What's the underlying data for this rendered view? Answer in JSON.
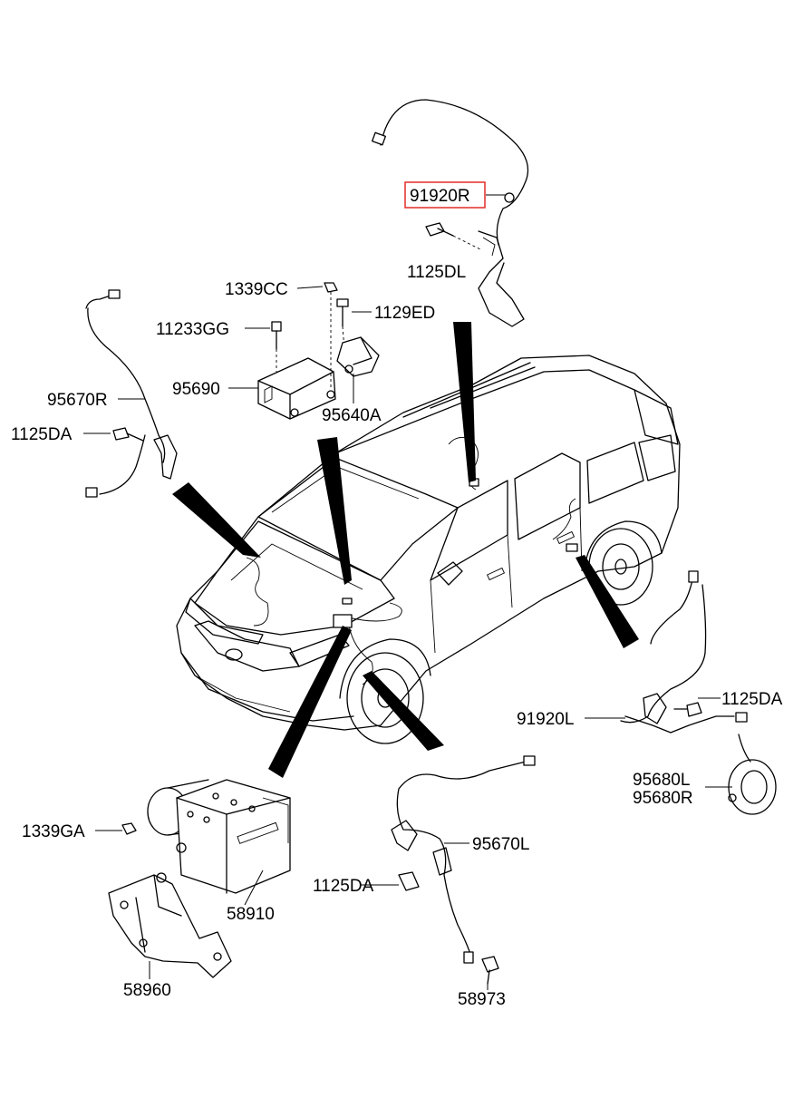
{
  "labels": {
    "p91920R": "91920R",
    "p1125DL": "1125DL",
    "p1339CC": "1339CC",
    "p1129ED": "1129ED",
    "p11233GG": "11233GG",
    "p95690": "95690",
    "p95640A": "95640A",
    "p95670R": "95670R",
    "p1125DA_left": "1125DA",
    "p91920L": "91920L",
    "p1125DA_right": "1125DA",
    "p95680L": "95680L",
    "p95680R": "95680R",
    "p1339GA": "1339GA",
    "p95670L": "95670L",
    "p1125DA_bottom": "1125DA",
    "p58910": "58910",
    "p58960": "58960",
    "p58973": "58973"
  },
  "highlight_color": "#e53935"
}
